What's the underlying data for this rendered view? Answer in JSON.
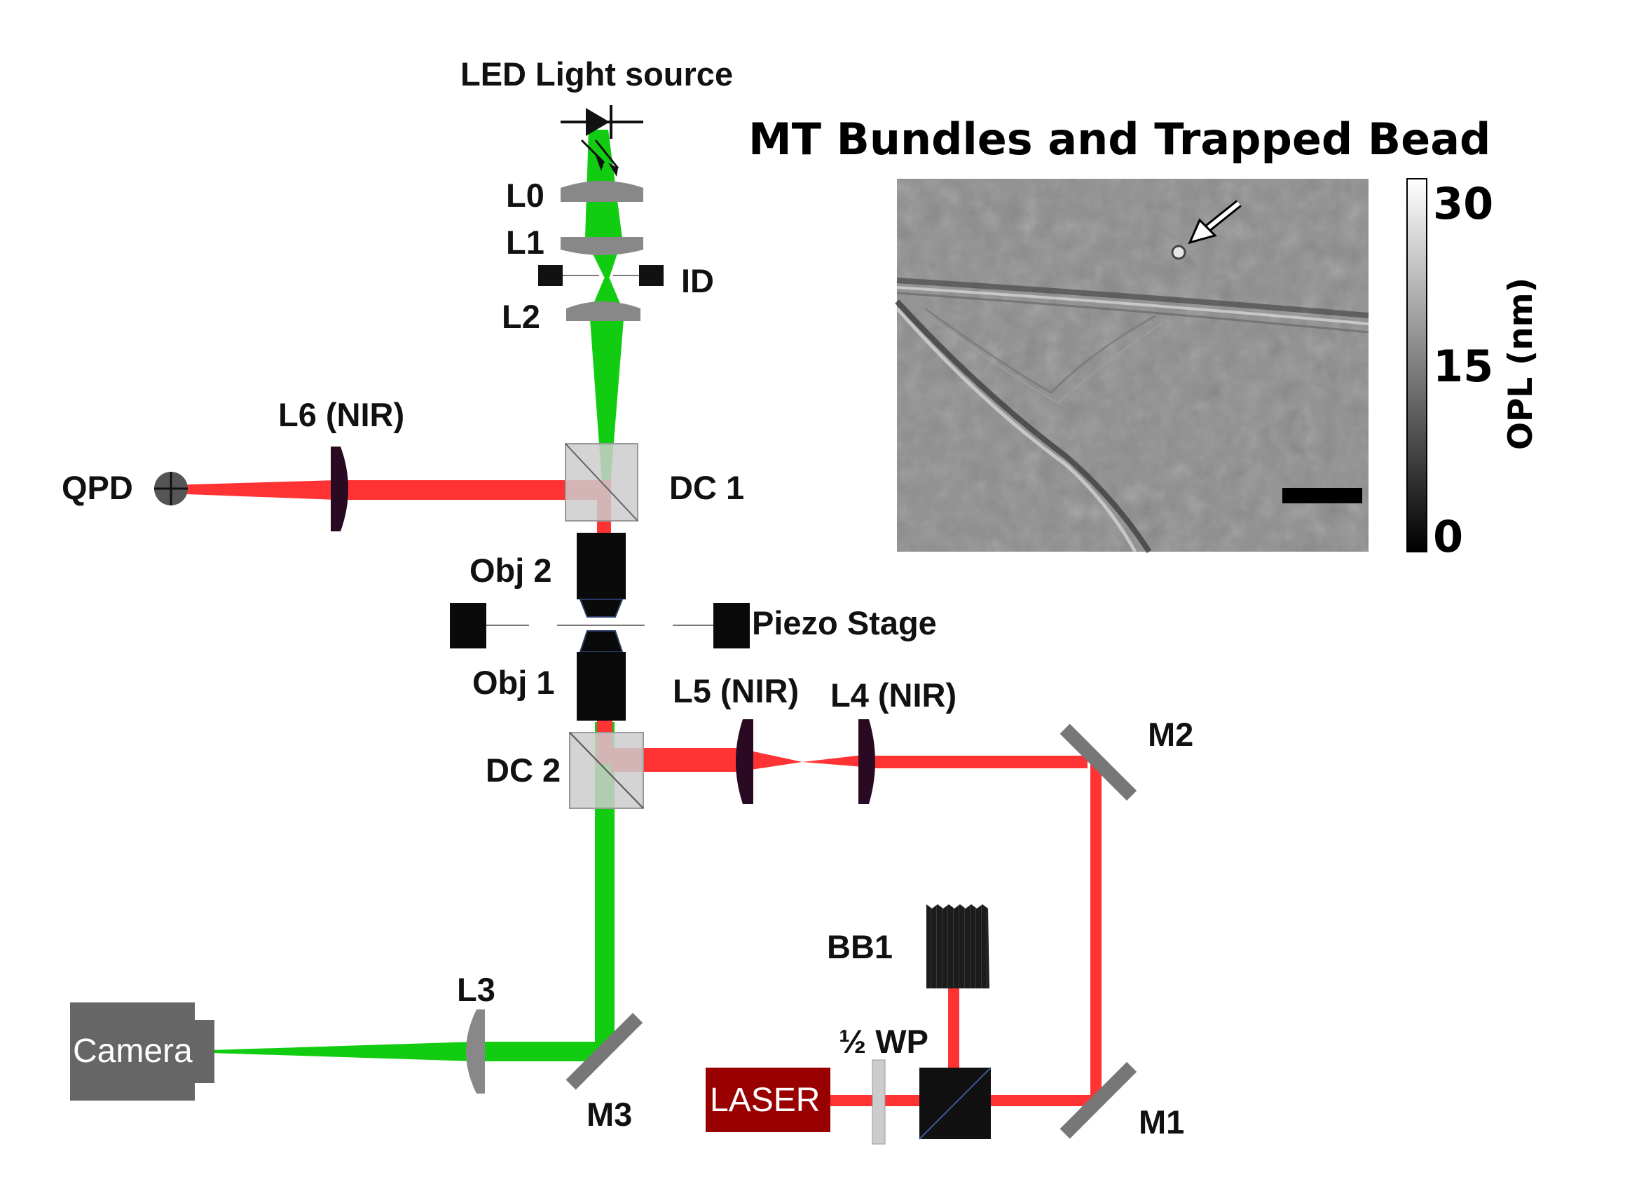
{
  "title": "MT Bundles and Trapped Bead",
  "colorbar": {
    "ticks": [
      "30",
      "15",
      "0"
    ],
    "unit_label": "OPL (nm)"
  },
  "components": {
    "led": "LED Light source",
    "l0": "L0",
    "l1": "L1",
    "id": "ID",
    "l2": "L2",
    "l6": "L6 (NIR)",
    "qpd": "QPD",
    "dc1": "DC 1",
    "obj2": "Obj 2",
    "piezo": "Piezo Stage",
    "obj1": "Obj 1",
    "l5": "L5 (NIR)",
    "l4": "L4 (NIR)",
    "m2": "M2",
    "dc2": "DC 2",
    "bb1": "BB1",
    "l3": "L3",
    "camera": "Camera",
    "half_wp": "½ WP",
    "laser": "LASER",
    "m3": "M3",
    "m1": "M1"
  },
  "colors": {
    "visible_beam": "#11cc11",
    "nir_beam": "#ff3333",
    "lens_gray": "#888888",
    "nir_lens": "#2a0a22",
    "laser_box": "#990000",
    "camera_box": "#666666"
  }
}
